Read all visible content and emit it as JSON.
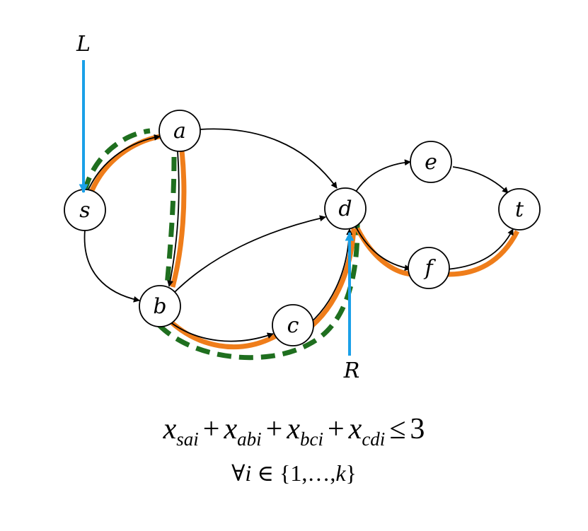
{
  "nodes": [
    {
      "id": "s",
      "label": "s"
    },
    {
      "id": "a",
      "label": "a"
    },
    {
      "id": "b",
      "label": "b"
    },
    {
      "id": "c",
      "label": "c"
    },
    {
      "id": "d",
      "label": "d"
    },
    {
      "id": "e",
      "label": "e"
    },
    {
      "id": "f",
      "label": "f"
    },
    {
      "id": "t",
      "label": "t"
    }
  ],
  "edges": [
    {
      "from": "s",
      "to": "a",
      "highlight": [
        "orange",
        "green-dashed"
      ]
    },
    {
      "from": "a",
      "to": "b",
      "highlight": [
        "orange",
        "green-dashed"
      ]
    },
    {
      "from": "s",
      "to": "b",
      "highlight": []
    },
    {
      "from": "a",
      "to": "d",
      "highlight": []
    },
    {
      "from": "b",
      "to": "d",
      "highlight": []
    },
    {
      "from": "b",
      "to": "c",
      "highlight": [
        "orange",
        "green-dashed"
      ]
    },
    {
      "from": "c",
      "to": "d",
      "highlight": [
        "orange",
        "green-dashed"
      ]
    },
    {
      "from": "d",
      "to": "e",
      "highlight": []
    },
    {
      "from": "e",
      "to": "t",
      "highlight": []
    },
    {
      "from": "d",
      "to": "f",
      "highlight": [
        "orange"
      ]
    },
    {
      "from": "f",
      "to": "t",
      "highlight": [
        "orange"
      ]
    }
  ],
  "markers": {
    "left": {
      "label": "L",
      "points_to": "s"
    },
    "right": {
      "label": "R",
      "points_to": "d"
    }
  },
  "colors": {
    "orange_path": "#ef7d1a",
    "green_dashed": "#1f6f1f",
    "blue_arrow": "#1aa0e8",
    "edge": "#000000",
    "node_fill": "#ffffff"
  },
  "constraint": {
    "x": "x",
    "terms": [
      "sai",
      "abi",
      "bci",
      "cdi"
    ],
    "plus": "+",
    "relation": "≤",
    "bound": "3",
    "forall": "∀",
    "var": "i",
    "in": "∈",
    "set_open": "{1,…,",
    "set_var": "k",
    "set_close": "}"
  }
}
